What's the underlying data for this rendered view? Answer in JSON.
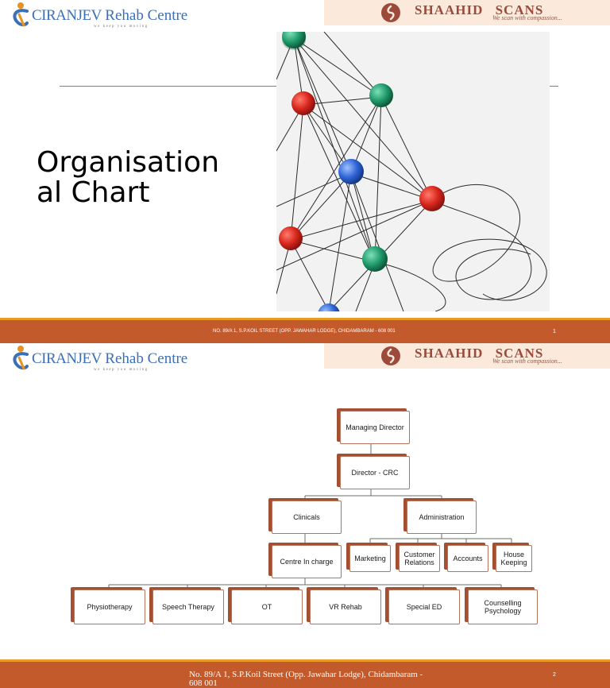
{
  "brand": {
    "left_logo_word1": "CIRANJEV",
    "left_logo_word2": "Rehab Centre",
    "left_logo_tagline": "we keep you moving",
    "right_logo_name": "SHAAHID SCANS",
    "right_logo_tagline": "We scan with compassion..."
  },
  "slide1": {
    "title": "Organisational Chart",
    "footer_address": "NO. 89/A 1, S.P.KOIL STREET (OPP. JAWAHAR LODGE), CHIDAMBARAM - 608 001",
    "page": "1"
  },
  "slide2": {
    "footer_address": "No. 89/A 1, S.P.Koil Street (Opp. Jawahar Lodge), Chidambaram - 608 001",
    "page": "2",
    "org": {
      "top": "Managing Director",
      "director": "Director -  CRC",
      "clinicals": "Clinicals",
      "administration": "Administration",
      "centre_in_charge": "Centre In charge",
      "admin_units": [
        "Marketing",
        "Customer Relations",
        "Accounts",
        "House Keeping"
      ],
      "clinical_units": [
        "Physiotherapy",
        "Speech Therapy",
        "OT",
        "VR Rehab",
        "Special ED",
        "Counselling Psychology"
      ]
    }
  },
  "colors": {
    "footer": "#c35a2c",
    "footer_accent": "#e99b25",
    "box_shadow": "#a34f30",
    "logo_blue": "#3b6fb6",
    "scans_brown": "#9c4a3a"
  }
}
